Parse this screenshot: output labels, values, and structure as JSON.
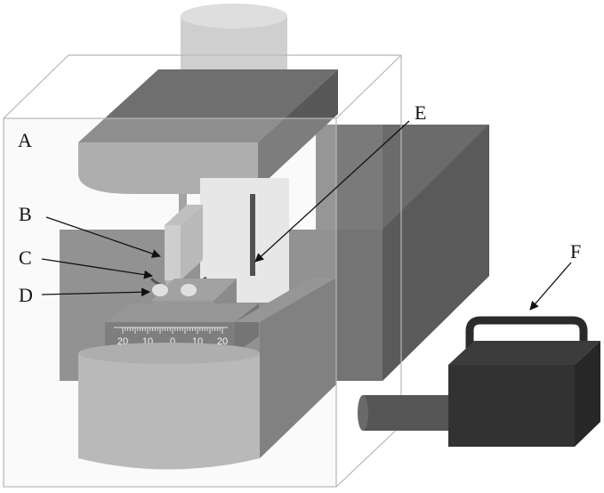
{
  "labels": {
    "a": "A",
    "b": "B",
    "c": "C",
    "d": "D",
    "e": "E",
    "f": "F"
  },
  "scale_ticks": [
    "20",
    "10",
    "0",
    "10",
    "20"
  ],
  "colors": {
    "enclosure_stroke": "#b8b8b8",
    "dark_gray": "#5b5b5b",
    "mid_gray": "#8a8a8a",
    "light_gray": "#c9c9c9",
    "box_black": "#2e2e2e",
    "label_text": "#111111"
  }
}
